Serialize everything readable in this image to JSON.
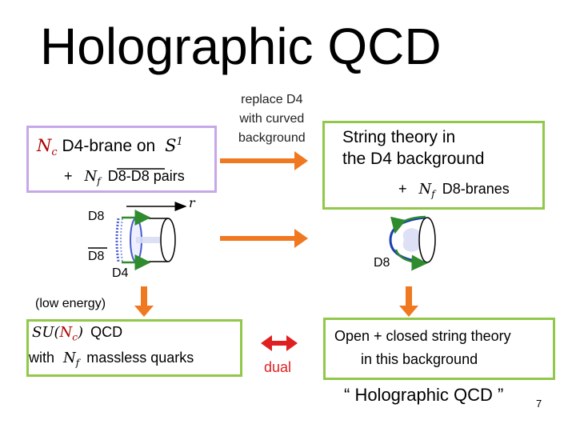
{
  "title": "Holographic QCD",
  "left_box": {
    "nc": "N",
    "nc_sub": "c",
    "line1": "D4-brane on",
    "s1": "S",
    "s1_sup": "1",
    "plus": "+",
    "nf": "N",
    "nf_sub": "f",
    "pairs": "D8-D8 pairs"
  },
  "brane_diagram": {
    "r_label": "r",
    "d8_top": "D8",
    "d8_bottom": "D8",
    "d4": "D4"
  },
  "arrow_label": {
    "line1": "replace D4",
    "line2": "with curved",
    "line3": "background"
  },
  "right_box": {
    "line1": "String theory in",
    "line2": "the D4 background",
    "plus": "+",
    "nf": "N",
    "nf_sub": "f",
    "branes": "D8-branes"
  },
  "right_diagram": {
    "d8": "D8"
  },
  "low_energy": "(low energy)",
  "qcd_box": {
    "su": "SU",
    "nc": "N",
    "nc_sub": "c",
    "qcd": "QCD",
    "with": "with",
    "nf": "N",
    "nf_sub": "f",
    "quarks": "massless quarks"
  },
  "dual": "dual",
  "open_closed_box": {
    "line1": "Open + closed string theory",
    "line2": "in this background"
  },
  "holo_qcd_label": "“ Holographic QCD ”",
  "page_number": "7",
  "colors": {
    "purple_border": "#c6a8e8",
    "green_border": "#92c84a",
    "orange_arrow": "#f07820",
    "dual_red": "#e02020",
    "string_green": "#2e8b2e"
  }
}
